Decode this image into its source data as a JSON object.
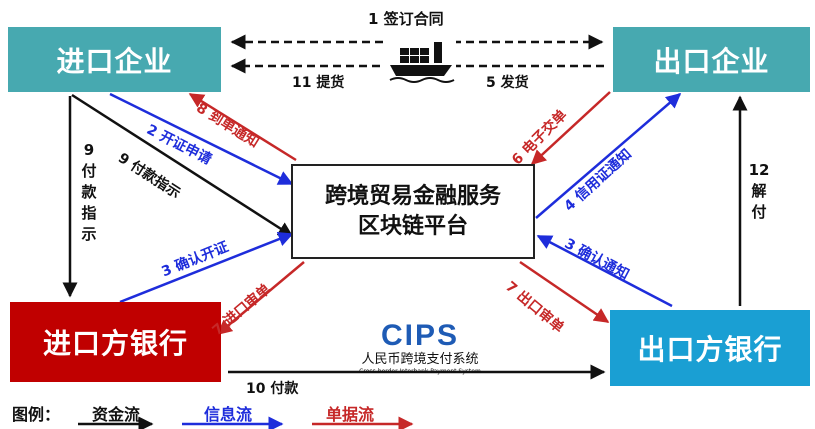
{
  "nodes": {
    "import_enterprise": "进口企业",
    "export_enterprise": "出口企业",
    "import_bank": "进口方银行",
    "export_bank": "出口方银行",
    "platform_line1": "跨境贸易金融服务",
    "platform_line2": "区块链平台"
  },
  "cips": {
    "logo": "CIPS",
    "name_cn": "人民币跨境支付系统",
    "name_en": "Cross-border Interbank Payment System"
  },
  "steps": {
    "s1": "1 签订合同",
    "s11": "11  提货",
    "s5": "5  发货",
    "s2": "2 开证申请",
    "s8": "8 到单通知",
    "s9_diag": "9  付款指示",
    "s9_vert": "9付款指示",
    "s6": "6 电子交单",
    "s4": "4 信用证通知",
    "s12": "12解付",
    "s3_left": "3 确认开证",
    "s3_right": "3 确认通知",
    "s7_left": "7 进口审单",
    "s7_right": "7 出口审单",
    "s10": "10 付款"
  },
  "legend": {
    "title": "图例：",
    "fund": "资金流",
    "info": "信息流",
    "doc": "单据流"
  },
  "colors": {
    "fund": "#111111",
    "info": "#1e2ddb",
    "doc": "#c62828",
    "teal": "#47a9b0",
    "red_bank": "#c00000",
    "blue_bank": "#1a9fd3"
  }
}
